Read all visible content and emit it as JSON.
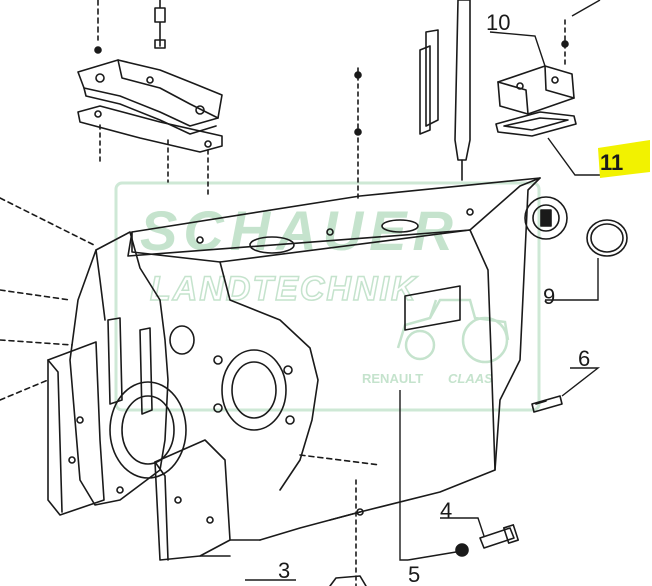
{
  "watermark": {
    "name": "SCHAUER",
    "subtitle": "LANDTECHNIK",
    "brand_left": "RENAULT",
    "brand_right": "CLAAS",
    "color": "#b9dcc2"
  },
  "callouts": {
    "c10": "10",
    "c11": "11",
    "c9": "9",
    "c6": "6",
    "c4": "4",
    "c3": "3",
    "c5": "5"
  },
  "highlight_color": "#f2f200",
  "line_color": "#1a1a1a"
}
